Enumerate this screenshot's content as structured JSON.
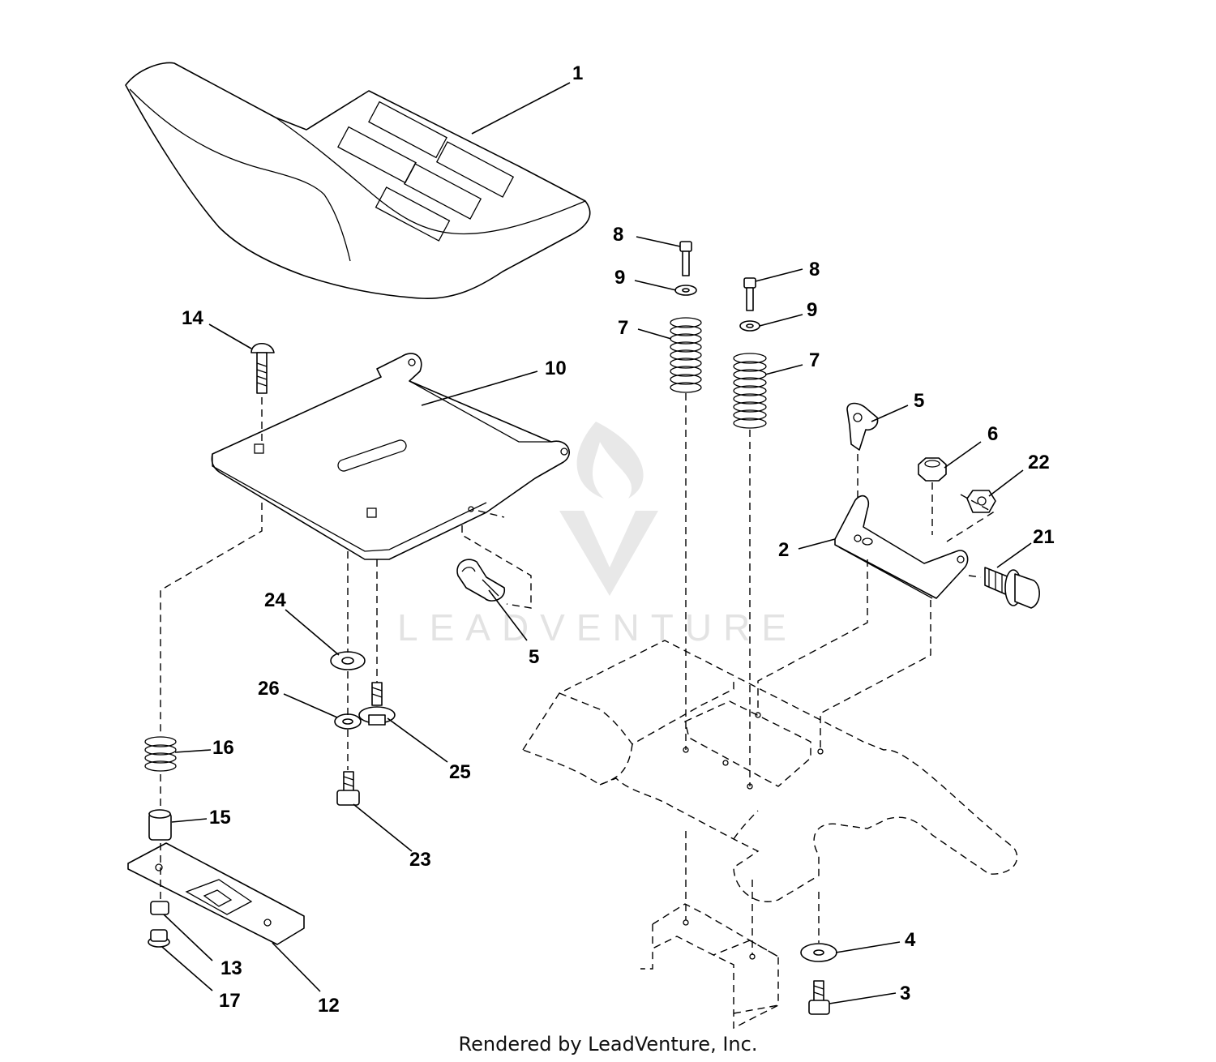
{
  "callouts": {
    "c1": "1",
    "c2": "2",
    "c3": "3",
    "c4": "4",
    "c5a": "5",
    "c5b": "5",
    "c6": "6",
    "c7a": "7",
    "c7b": "7",
    "c8a": "8",
    "c8b": "8",
    "c9a": "9",
    "c9b": "9",
    "c10": "10",
    "c12": "12",
    "c13": "13",
    "c14": "14",
    "c15": "15",
    "c16": "16",
    "c17": "17",
    "c21": "21",
    "c22": "22",
    "c23": "23",
    "c24": "24",
    "c25": "25",
    "c26": "26"
  },
  "watermark": {
    "text": "LEADVENTURE"
  },
  "footer": {
    "text": "Rendered by LeadVenture, Inc."
  },
  "colors": {
    "line": "#000000",
    "watermark": "#e3e3e3",
    "background": "#ffffff"
  }
}
